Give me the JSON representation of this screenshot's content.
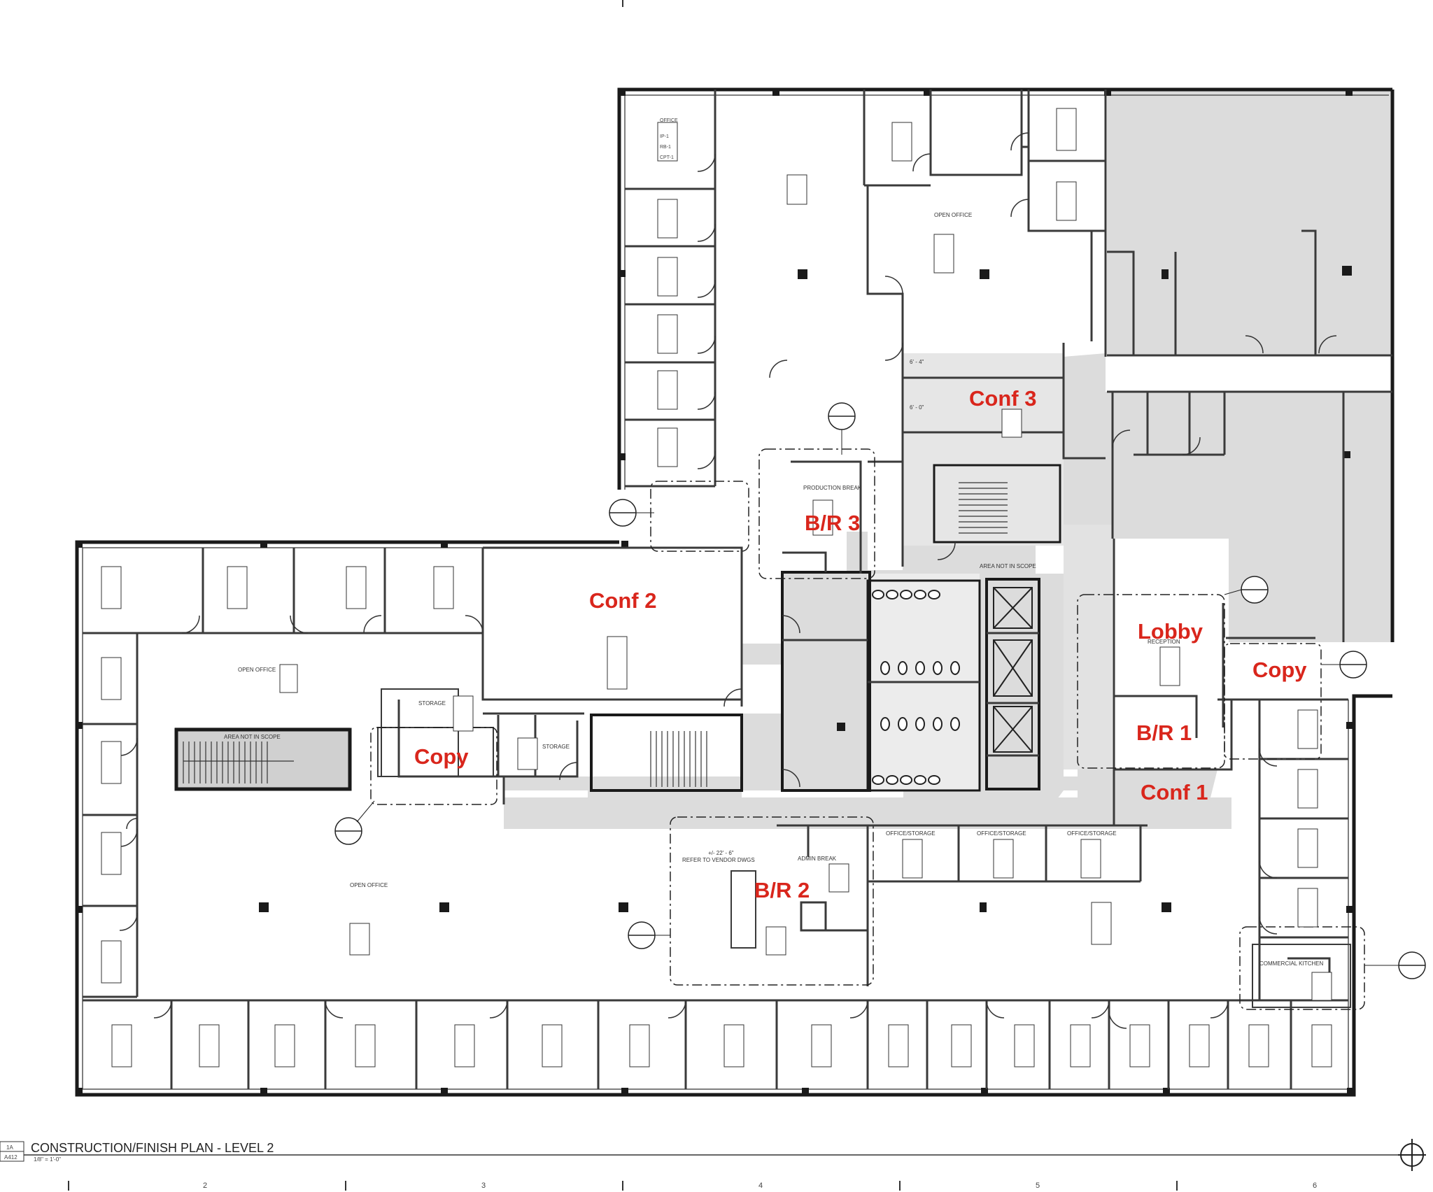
{
  "sheet": {
    "title": "CONSTRUCTION/FINISH PLAN - LEVEL 2",
    "drawing_number": "1A",
    "sheet_ref": "A412",
    "scale": "1/8\" = 1'-0\"",
    "north_arrow": "north-arrow-icon"
  },
  "grid_lines": [
    "2",
    "3",
    "4",
    "5",
    "6"
  ],
  "room_labels": {
    "conf_3": "Conf 3",
    "conf_2": "Conf 2",
    "conf_1": "Conf 1",
    "br_3": "B/R 3",
    "br_2": "B/R 2",
    "br_1": "B/R 1",
    "lobby": "Lobby",
    "copy_west": "Copy",
    "copy_east": "Copy"
  },
  "plan_notes": {
    "area_not_in_scope": "AREA NOT IN SCOPE",
    "open_office": "OPEN OFFICE",
    "office": "OFFICE",
    "production": "PRODUCTION BREAK",
    "admin_break": "ADMIN BREAK",
    "office_storage": "OFFICE/STORAGE",
    "commercial_kitchen": "COMMERCIAL KITCHEN",
    "reception": "RECEPTION",
    "storage": "STORAGE",
    "refer_vendor": "REFER TO VENDOR DWGS",
    "dim_6_4": "6' - 4\"",
    "dim_6_0": "6' - 0\"",
    "dim_22_6": "+/- 22' - 6\"",
    "finish_tag_1": "IP-1",
    "finish_tag_2": "RB-1",
    "finish_tag_3": "CPT-1"
  },
  "colors": {
    "wall": "#1a1a1a",
    "corridor_fill": "#dcdcdc",
    "room_label": "#d9261c",
    "line": "#333333"
  }
}
